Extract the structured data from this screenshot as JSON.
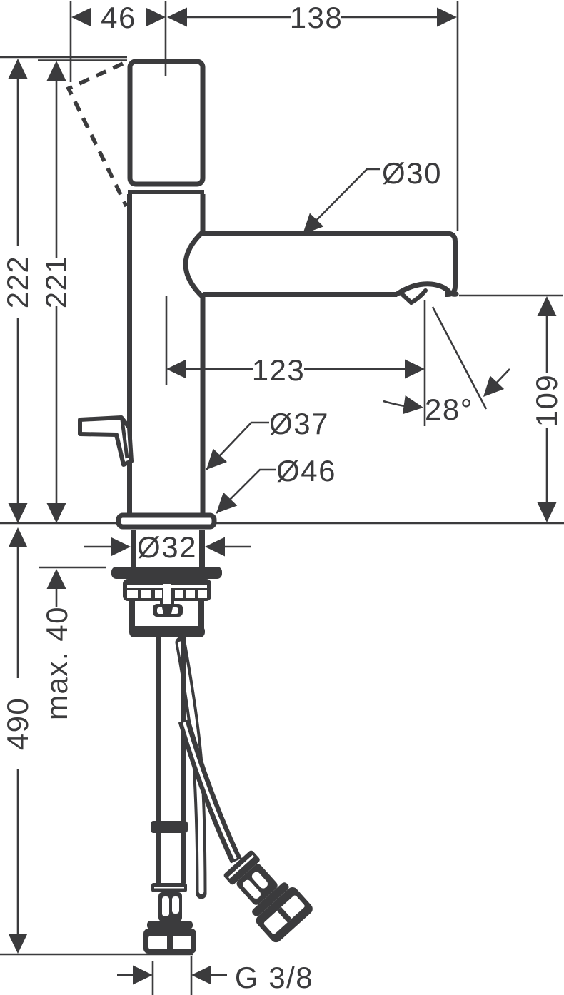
{
  "title": "Single-hole basin mixer technical dimension drawing",
  "colors": {
    "line": "#3b3b3d",
    "background": "#ffffff"
  },
  "units": "mm",
  "dimensions": {
    "handle_offset": "46",
    "spout_reach": "138",
    "height_total": "222",
    "height_body": "221",
    "spout_diameter": "Ø30",
    "spout_length": "123",
    "stream_angle": "28°",
    "outlet_height": "109",
    "body_diameter": "Ø37",
    "base_diameter": "Ø46",
    "shank_diameter": "Ø32",
    "max_counter_thickness": "max. 40",
    "hose_length": "490",
    "connection_thread": "G 3/8"
  }
}
